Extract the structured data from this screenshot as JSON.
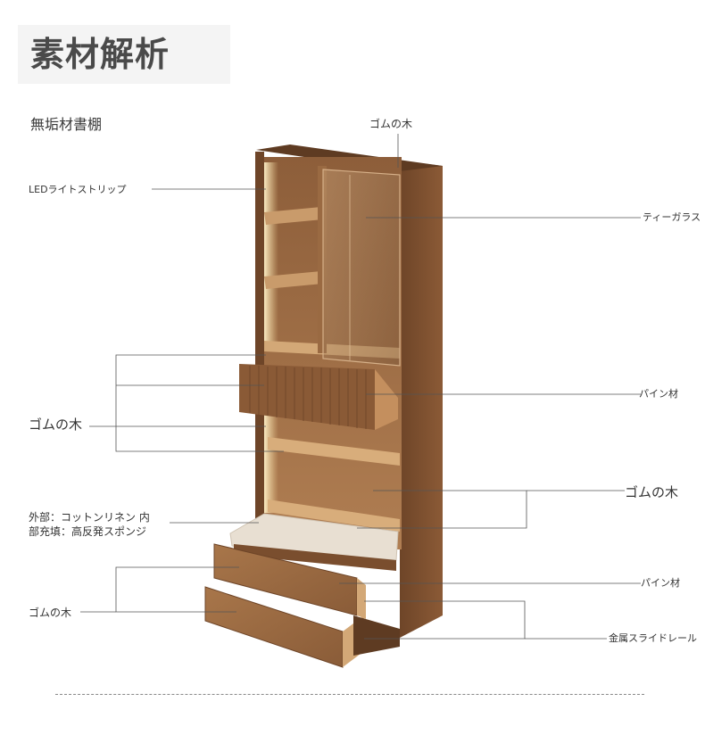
{
  "title": "素材解析",
  "subtitle": "無垢材書棚",
  "labels": {
    "top_wood": "ゴムの木",
    "led_strip": "LEDライトストリップ",
    "tea_glass": "ティーガラス",
    "pine_upper": "パイン材",
    "left_wood_mid": "ゴムの木",
    "right_wood_mid": "ゴムの木",
    "cushion_line1": "外部：コットンリネン 内",
    "cushion_line2": "部充填：高反発スポンジ",
    "pine_lower": "パイン材",
    "left_wood_bottom": "ゴムの木",
    "metal_slide_rail": "金属スライドレール"
  },
  "colors": {
    "wood_dark": "#7a4e2e",
    "wood_mid": "#9a6a42",
    "wood_light": "#c99b6b",
    "led_glow": "#f3d79a",
    "cushion": "#e8dfd2",
    "line": "#555555"
  }
}
